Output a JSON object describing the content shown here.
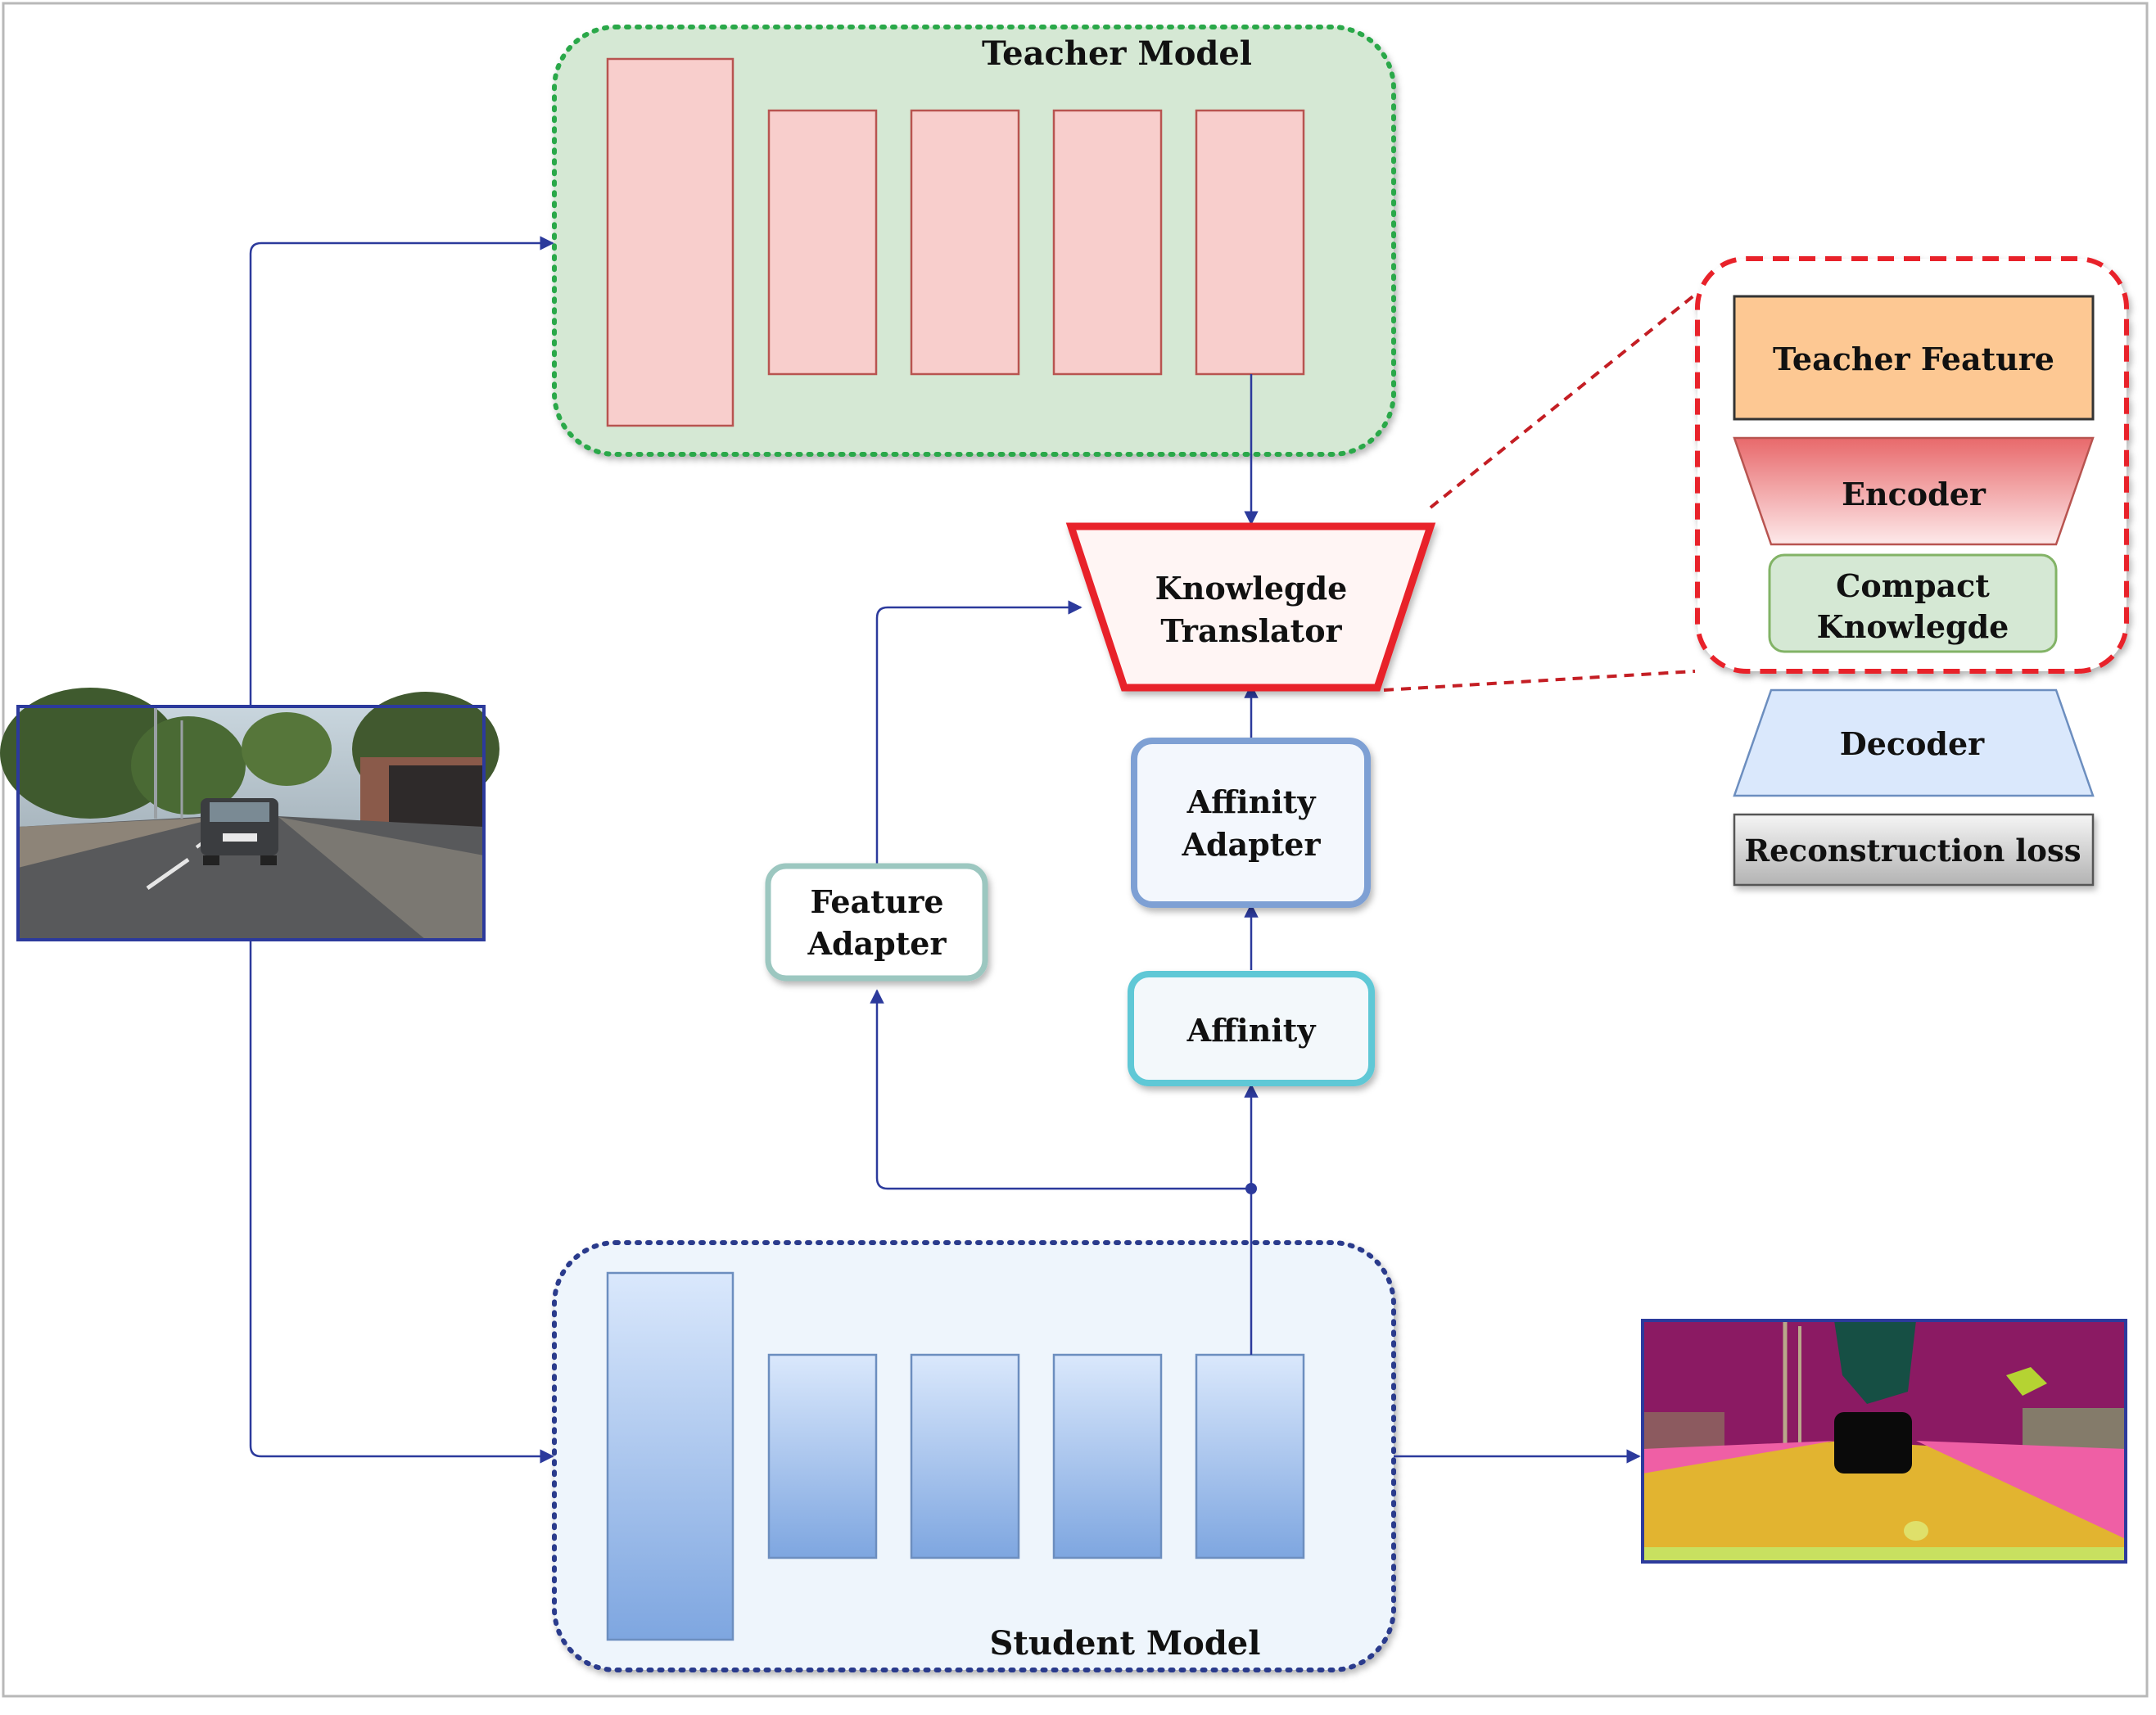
{
  "labels": {
    "teacher_model": "Teacher Model",
    "student_model": "Student Model",
    "knowledge_translator_line1": "Knowlegde",
    "knowledge_translator_line2": "Translator",
    "affinity_adapter_line1": "Affinity",
    "affinity_adapter_line2": "Adapter",
    "affinity": "Affinity",
    "feature_adapter_line1": "Feature",
    "feature_adapter_line2": "Adapter",
    "teacher_feature": "Teacher Feature",
    "encoder": "Encoder",
    "compact_knowledge_line1": "Compact",
    "compact_knowledge_line2": "Knowlegde",
    "decoder": "Decoder",
    "reconstruction_loss": "Reconstruction loss"
  },
  "colors": {
    "arrow": "#2c3a9c",
    "teacher_region_fill": "#d5e8d4",
    "teacher_region_border": "#2aa84a",
    "teacher_block_fill": "#f8cecc",
    "teacher_block_border": "#b85450",
    "student_region_fill": "#eef5fc",
    "student_region_border": "#2c3a8c",
    "student_block_top": "#dae8fc",
    "student_block_bottom": "#7ea6e0",
    "translator_border": "#e8232a",
    "translator_fill": "#fff5f4",
    "affinity_adapter_border": "#7ea0d4",
    "affinity_border": "#5fc8d6",
    "feature_adapter_border": "#9cc7c0",
    "zoom_border": "#e8232a",
    "teacher_feature_fill": "#fdc893",
    "encoder_top": "#e8696b",
    "compact_fill": "#d5e8d4",
    "compact_border": "#82b366",
    "decoder_fill": "#dae8fc",
    "decoder_border": "#6c8ebf",
    "reconstruction_top": "#f5f5f5",
    "reconstruction_bottom": "#b3b3b3"
  }
}
